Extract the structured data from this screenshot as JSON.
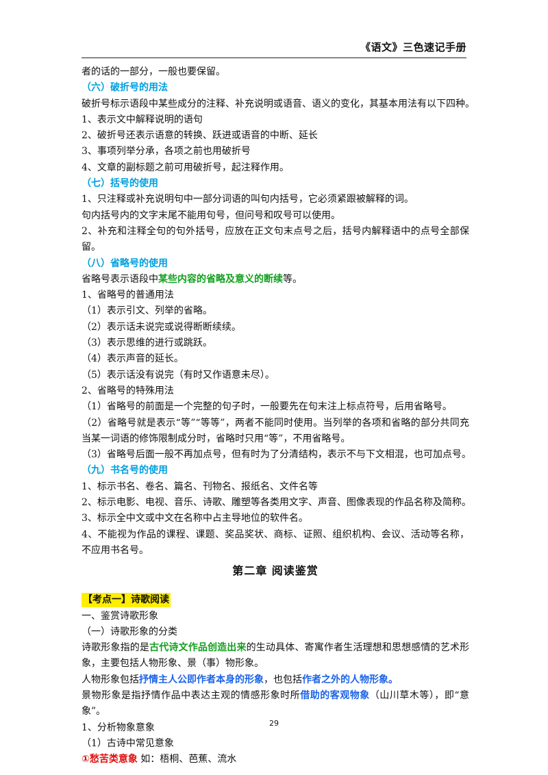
{
  "header": {
    "title": "《语文》三色速记手册"
  },
  "lines": {
    "l01": "者的话的一部分，一般也要保留。",
    "h06": "（六）破折号的用法",
    "l02": "破折号标示语段中某些成分的注释、补充说明或语音、语义的变化，其基本用法有以下四种。",
    "l03": "1、表示文中解释说明的语句",
    "l04": "2、破折号还表示语意的转换、跃进或语音的中断、延长",
    "l05": "3、事项列举分承，各项之前也用破折号",
    "l06": "4、文章的副标题之前可用破折号，起注释作用。",
    "h07": "（七）括号的使用",
    "l07": "1、只注释或补充说明句中一部分词语的叫句内括号，它必须紧跟被解释的词。",
    "l08": "句内括号内的文字末尾不能用句号，但问号和叹号可以使用。",
    "l09": "2、补充和注释全句的句外括号，应放在正文句末点号之后，括号内解释语中的点号全部保留。",
    "h08": "（八）省略号的使用",
    "l10a": "省略号表示语段中",
    "l10b": "某些内容的省略及意义的断续",
    "l10c": "等。",
    "l11": "1、省略号的普通用法",
    "l12": "（1）表示引文、列举的省略。",
    "l13": "（2）表示话未说完或说得断断续续。",
    "l14": "（3）表示思维的进行或跳跃。",
    "l15": "（4）表示声音的延长。",
    "l16": "（5）表示话没有说完（有时又作语意未尽）。",
    "l17": "2、省略号的特殊用法",
    "l18": "（1）省略号的前面是一个完整的句子时，一般要先在句末注上标点符号，后用省略号。",
    "l19": "（2）省略号就是表示“等”“等等”，两者不能同时使用。当列举的各项和省略的部分共同充当某一词语的修饰限制成分时，省略时只用“等”，不用省略号。",
    "l20": "（3）省略号后面一般不再加点号，但有时为了分清结构，表示不与下文相混，也可加点号。",
    "h09": "（九）书名号的使用",
    "l21": "1、标示书名、卷名、篇名、刊物名、报纸名、文件名等",
    "l22": "2、标示电影、电视、音乐、诗歌、雕塑等各类用文字、声音、图像表现的作品名称及简称。",
    "l23": "3、标示全中文或中文在名称中占主导地位的软件名。",
    "l24": "4、不能视为作品的课程、课题、奖品奖状、商标、证照、组织机构、会议、活动等名称，不应用书名号。",
    "chapter": "第二章  阅读鉴赏",
    "kaodian": "【考点一】诗歌阅读",
    "l25": "一、鉴赏诗歌形象",
    "l26": "（一）诗歌形象的分类",
    "l27a": "诗歌形象指的是",
    "l27b": "古代诗文作品创造出来",
    "l27c": "的生动具体、寄寓作者生活理想和思想感情的艺术形象，主要包括人物形象、景（事）物形象。",
    "l28a": "人物形象包括",
    "l28b": "抒情主人公即作者本身的形象",
    "l28c": "，也包括",
    "l28d": "作者之外的人物形象。",
    "l29a": "景物形象是指抒情作品中表达主观的情感形象时所",
    "l29b": "借助的客观物象",
    "l29c": "（山川草木等），即“意象”。",
    "l30": "1、分析物象意象",
    "l31": "（1）古诗中常见意象",
    "l32a": "①愁苦类意象",
    "l32b": "  如：梧桐、芭蕉、流水"
  },
  "page_number": "29"
}
